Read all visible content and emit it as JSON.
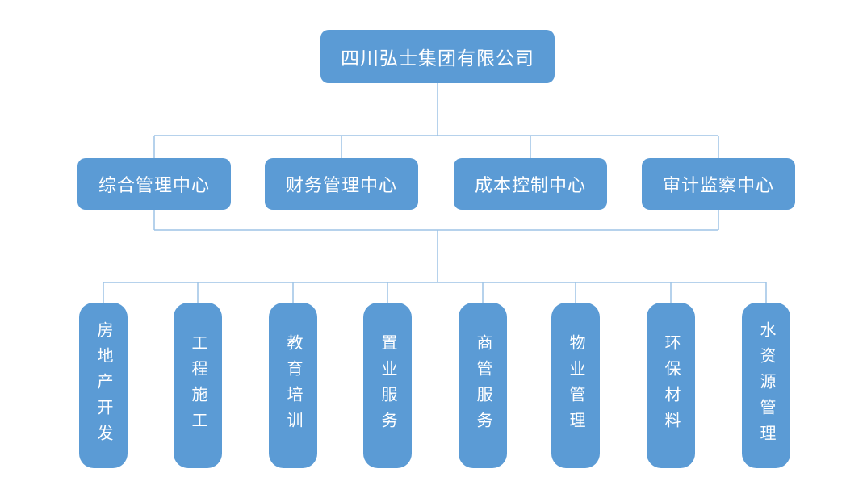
{
  "colors": {
    "box_fill": "#5B9BD5",
    "box_text": "#FFFFFF",
    "line": "#9DC3E6",
    "background": "#FFFFFF"
  },
  "org_chart": {
    "root": {
      "label": "四川弘士集团有限公司"
    },
    "centers": [
      {
        "label": "综合管理中心"
      },
      {
        "label": "财务管理中心"
      },
      {
        "label": "成本控制中心"
      },
      {
        "label": "审计监察中心"
      }
    ],
    "departments": [
      {
        "label": "房地产开发"
      },
      {
        "label": "工程施工"
      },
      {
        "label": "教育培训"
      },
      {
        "label": "置业服务"
      },
      {
        "label": "商管服务"
      },
      {
        "label": "物业管理"
      },
      {
        "label": "环保材料"
      },
      {
        "label": "水资源管理"
      }
    ]
  }
}
